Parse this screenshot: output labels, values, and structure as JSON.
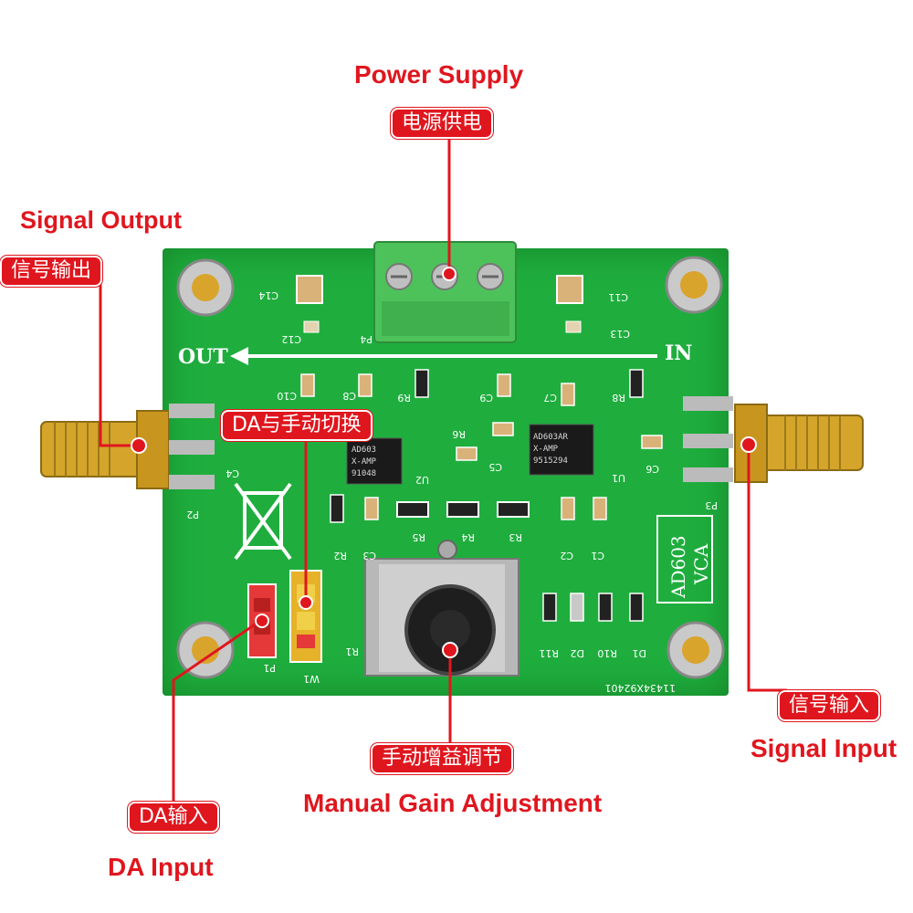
{
  "labels": {
    "power_supply_en": "Power Supply",
    "power_supply_cn": "电源供电",
    "signal_output_en": "Signal Output",
    "signal_output_cn": "信号输出",
    "switch_cn": "DA与手动切换",
    "signal_input_cn": "信号输入",
    "signal_input_en": "Signal Input",
    "manual_gain_cn": "手动增益调节",
    "manual_gain_en": "Manual Gain Adjustment",
    "da_input_cn": "DA输入",
    "da_input_en": "DA Input"
  },
  "board": {
    "out_label": "OUT",
    "in_label": "IN",
    "vca_label_1": "AD603",
    "vca_label_2": "VCA",
    "serial": "11434X92401",
    "chip_u2_lines": [
      "AD603",
      "X-AMP",
      "91048"
    ],
    "chip_u1_lines": [
      "AD603AR",
      "X-AMP",
      "9515294"
    ],
    "silk": {
      "p4": "P4",
      "p3": "P3",
      "p2": "P2",
      "p1": "P1",
      "w1": "W1",
      "u1": "U1",
      "u2": "U2",
      "r1": "R1",
      "r2": "R2",
      "r3": "R3",
      "r4": "R4",
      "r5": "R5",
      "r6": "R6",
      "r8": "R8",
      "r9": "R9",
      "r10": "R10",
      "r11": "R11",
      "c1": "C1",
      "c2": "C2",
      "c3": "C3",
      "c4": "C4",
      "c5": "C5",
      "c6": "C6",
      "c7": "C7",
      "c8": "C8",
      "c9": "C9",
      "c10": "C10",
      "c11": "C11",
      "c12": "C12",
      "c13": "C13",
      "c14": "C14",
      "d1": "D1",
      "d2": "D2"
    }
  },
  "colors": {
    "accent": "#e0161e",
    "pcb": "#1fae3e",
    "terminal": "#4dc25a",
    "gold": "#d4a52a"
  }
}
